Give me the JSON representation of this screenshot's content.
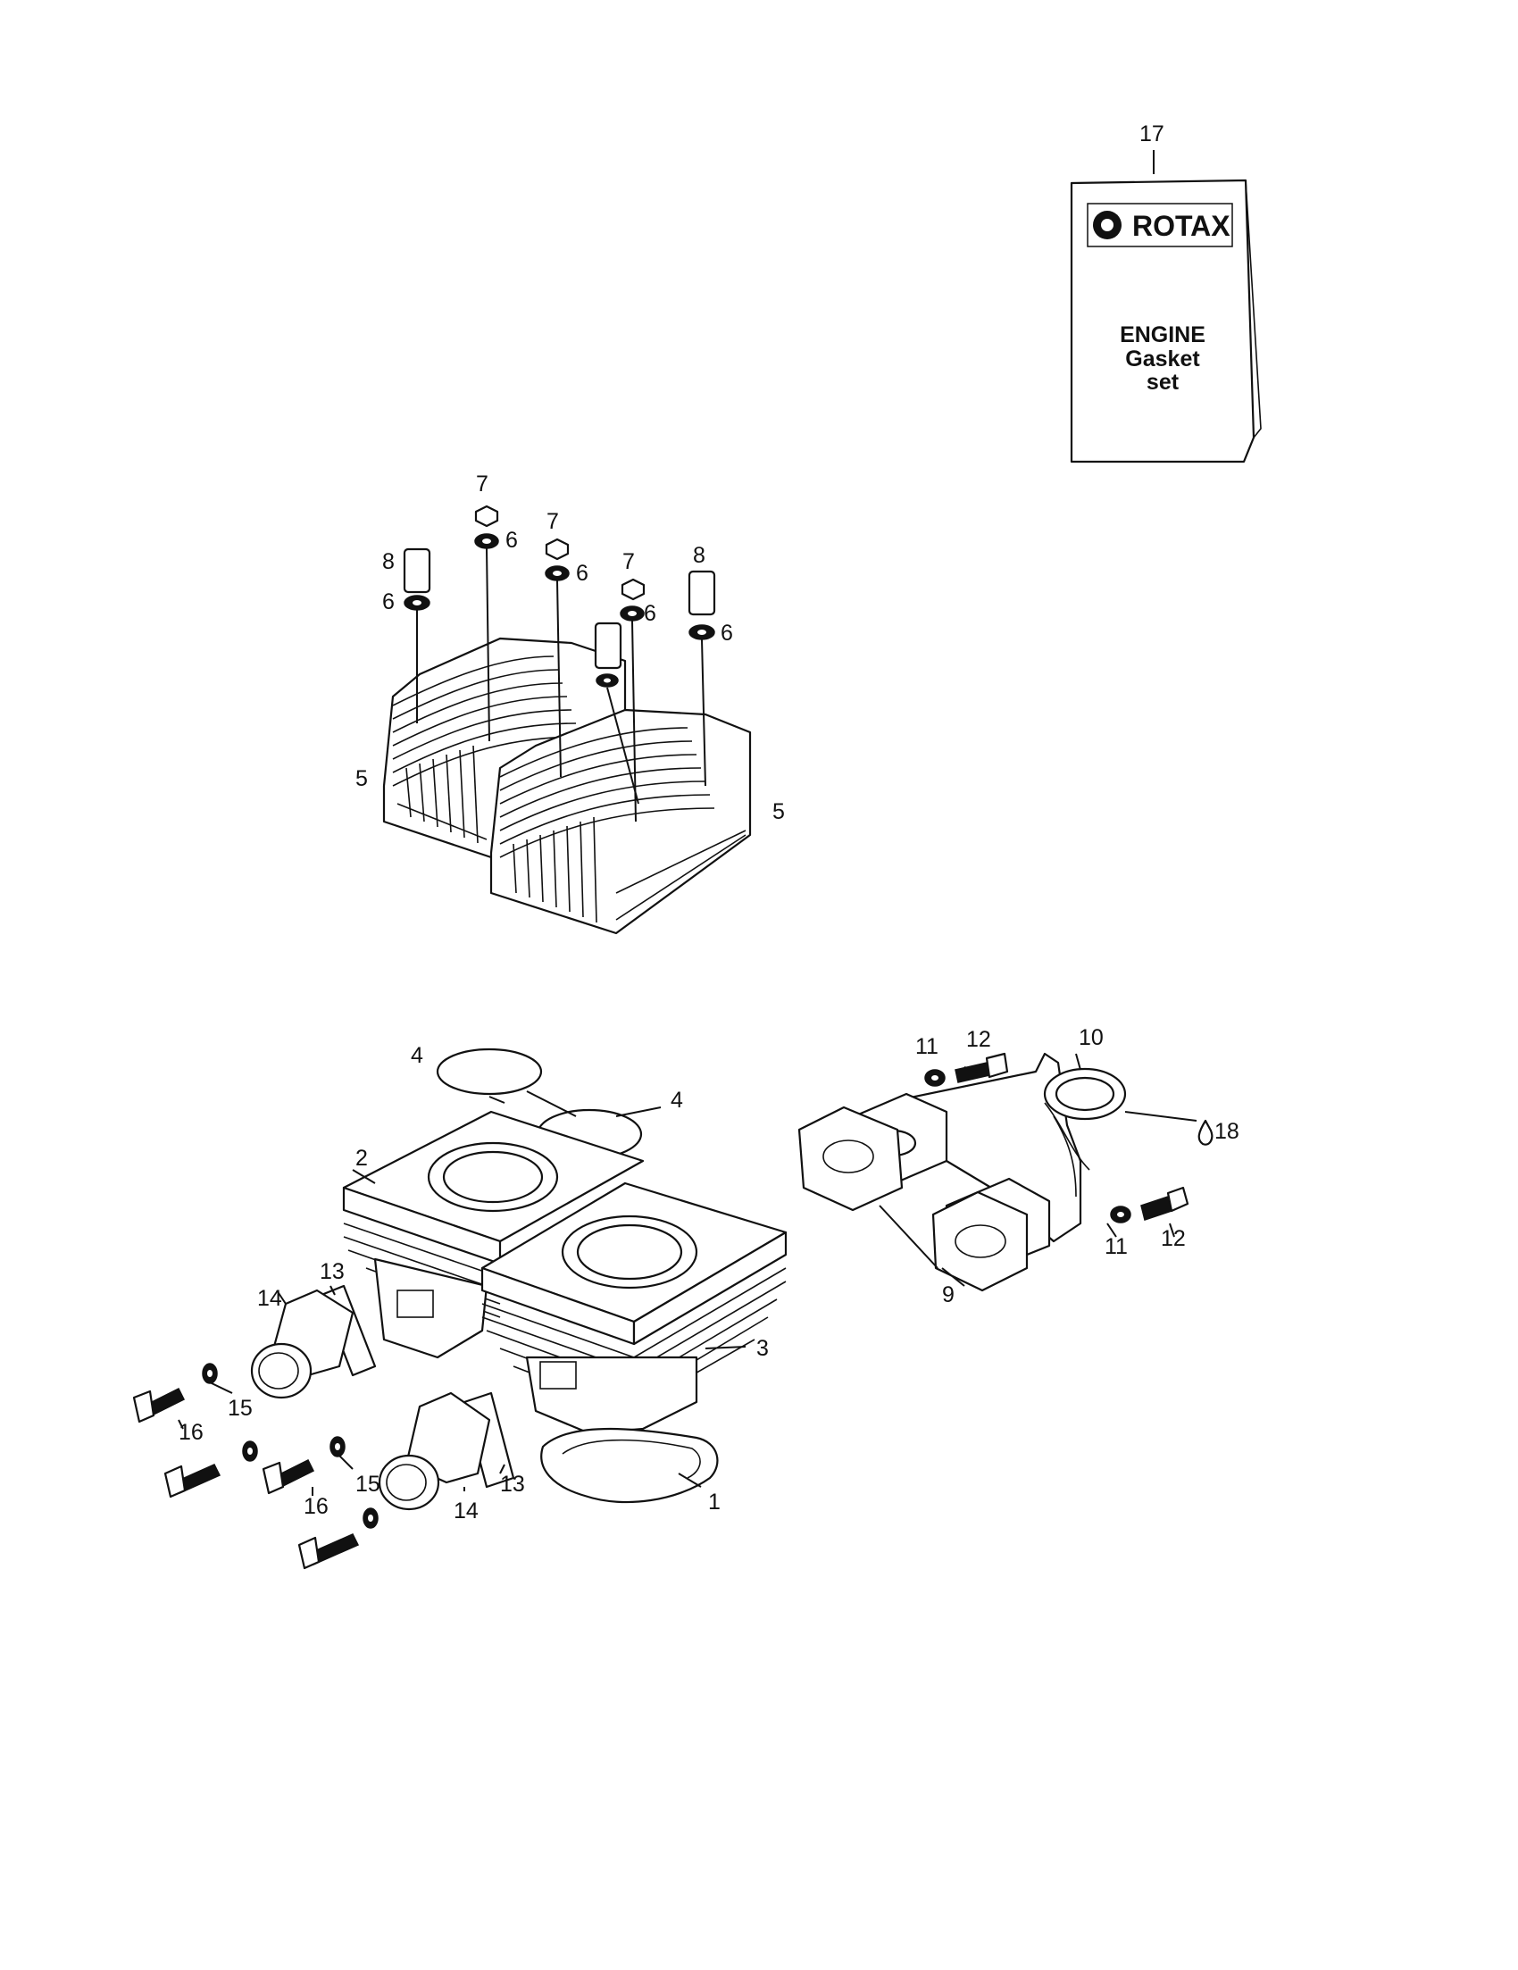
{
  "booklet": {
    "brand": "ROTAX",
    "line1": "ENGINE",
    "line2": "Gasket",
    "line3": "set"
  },
  "callouts": {
    "c1": "1",
    "c2": "2",
    "c3": "3",
    "c4a": "4",
    "c4b": "4",
    "c5a": "5",
    "c5b": "5",
    "c6a": "6",
    "c6b": "6",
    "c6c": "6",
    "c6d": "6",
    "c6e": "6",
    "c7a": "7",
    "c7b": "7",
    "c7c": "7",
    "c8a": "8",
    "c8b": "8",
    "c9": "9",
    "c10": "10",
    "c11a": "11",
    "c11b": "11",
    "c12a": "12",
    "c12b": "12",
    "c13a": "13",
    "c13b": "13",
    "c14a": "14",
    "c14b": "14",
    "c15a": "15",
    "c15b": "15",
    "c16a": "16",
    "c16b": "16",
    "c17": "17",
    "c18": "18"
  }
}
